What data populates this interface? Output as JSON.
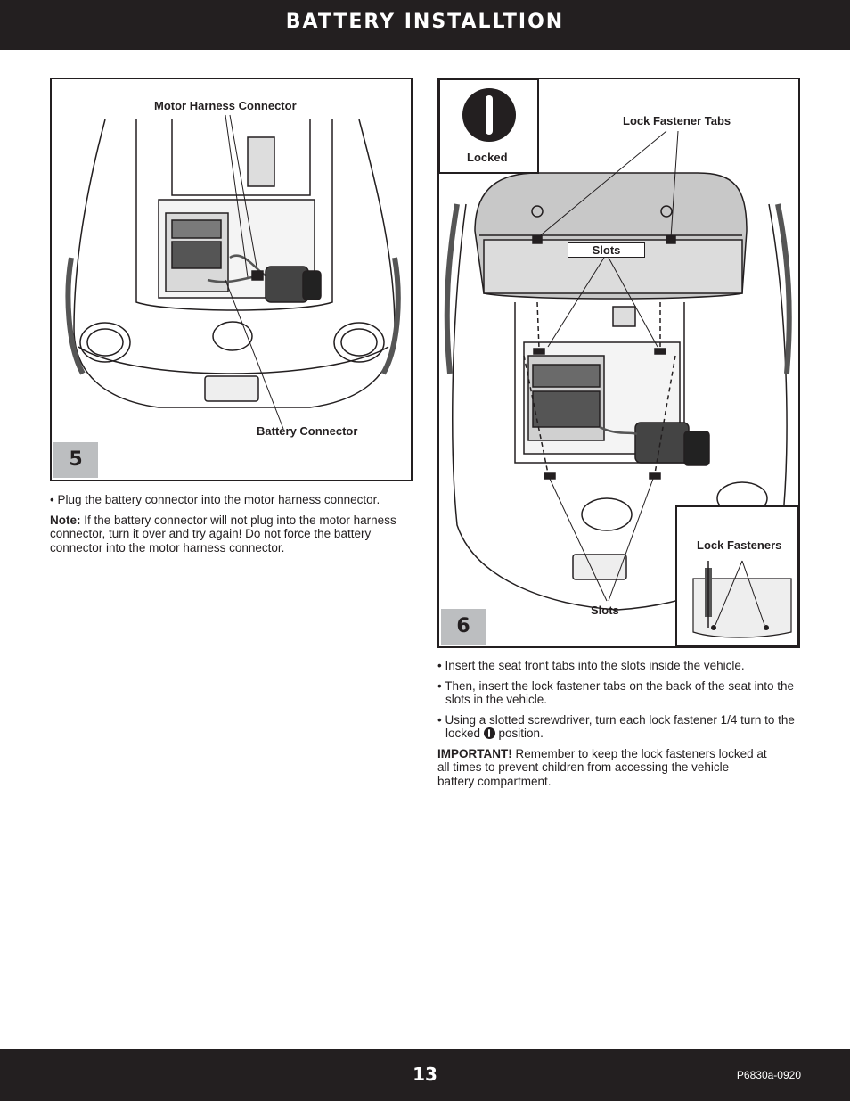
{
  "header": {
    "title": "BATTERY INSTALLTION"
  },
  "figure5": {
    "step": "5",
    "label_motor_harness": "Motor Harness Connector",
    "label_battery_connector": "Battery Connector"
  },
  "figure6": {
    "step": "6",
    "locked_label": "Locked",
    "label_lock_fastener_tabs": "Lock Fastener Tabs",
    "label_slots_top": "Slots",
    "label_slots_bottom": "Slots",
    "label_lock_fasteners": "Lock Fasteners"
  },
  "text5": {
    "bullet1": "• Plug the battery connector into the motor harness connector.",
    "note_label": "Note:",
    "note_text": " If the battery connector will not plug into the motor harness connector, turn it over and try again! Do not force the battery connector into the motor harness connector."
  },
  "text6": {
    "bullet1": "• Insert the seat front tabs into the slots inside the vehicle.",
    "bullet2": "• Then, insert the lock fastener tabs on the back of the seat into the slots in the vehicle.",
    "bullet3_before": "• Using a slotted screwdriver, turn each lock fastener 1/4 turn to the locked ",
    "bullet3_after": " position.",
    "important_label": "IMPORTANT!",
    "important_text": " Remember to keep the lock fasteners locked at all times to prevent children from accessing the vehicle battery compartment."
  },
  "footer": {
    "page_number": "13",
    "doc_code": "P6830a-0920"
  }
}
